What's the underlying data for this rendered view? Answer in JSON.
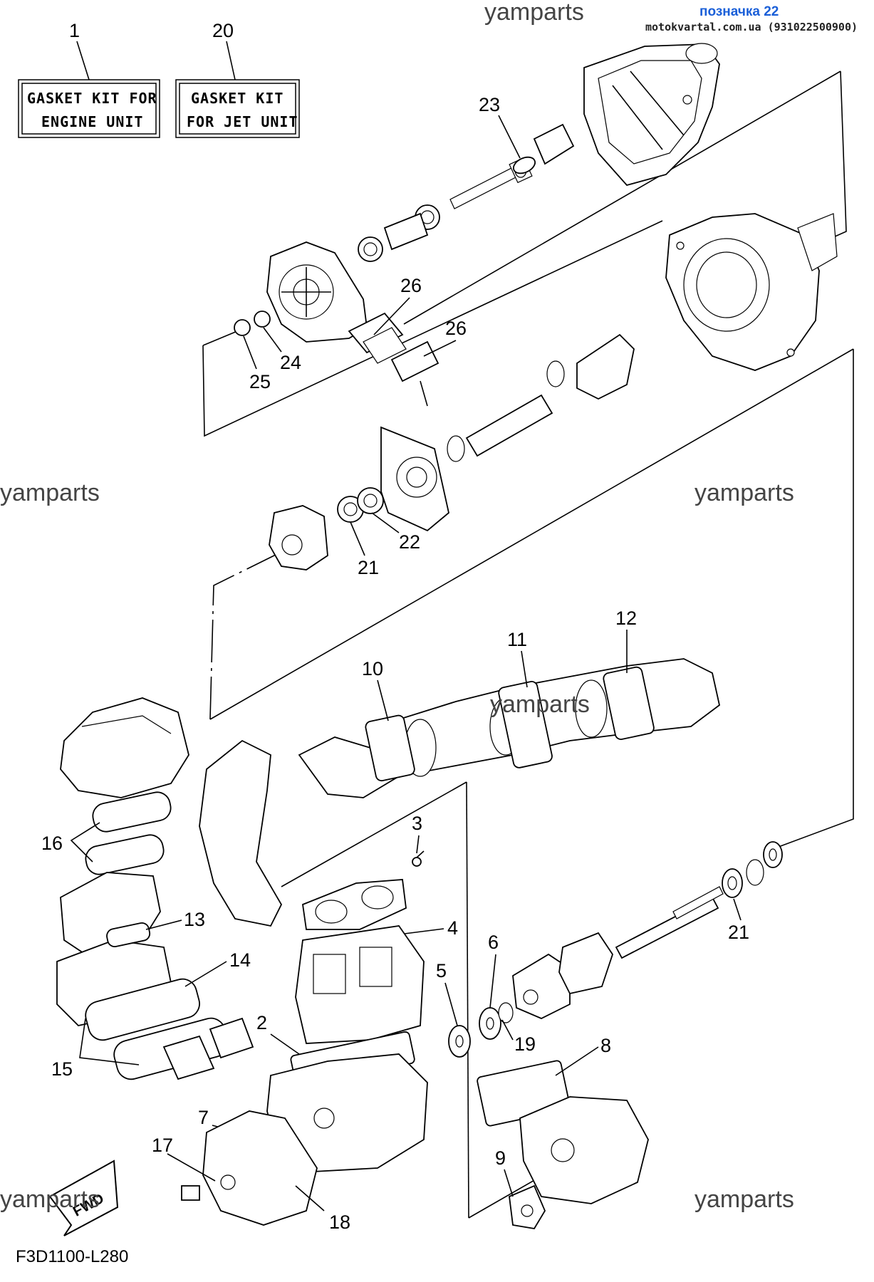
{
  "header": {
    "watermark_top": "yamparts",
    "tag": "позначка 22",
    "source": "motokvartal.com.ua (931022500900)"
  },
  "kits": [
    {
      "number": "1",
      "line1": "GASKET KIT FOR",
      "line2": "ENGINE UNIT"
    },
    {
      "number": "20",
      "line1": "GASKET KIT",
      "line2": "FOR JET UNIT"
    }
  ],
  "callouts": {
    "c2": "2",
    "c3": "3",
    "c4": "4",
    "c5": "5",
    "c6": "6",
    "c7": "7",
    "c8": "8",
    "c9": "9",
    "c10": "10",
    "c11": "11",
    "c12": "12",
    "c13": "13",
    "c14": "14",
    "c15": "15",
    "c16": "16",
    "c17": "17",
    "c18": "18",
    "c19": "19",
    "c21a": "21",
    "c21b": "21",
    "c22": "22",
    "c23": "23",
    "c24": "24",
    "c25": "25",
    "c26a": "26",
    "c26b": "26"
  },
  "watermarks": {
    "left_mid": "yamparts",
    "right_mid": "yamparts",
    "center": "yamparts",
    "bottom_left": "yamparts",
    "bottom_right": "yamparts"
  },
  "fwd_label": "FWD",
  "figure_code": "F3D1100-L280"
}
